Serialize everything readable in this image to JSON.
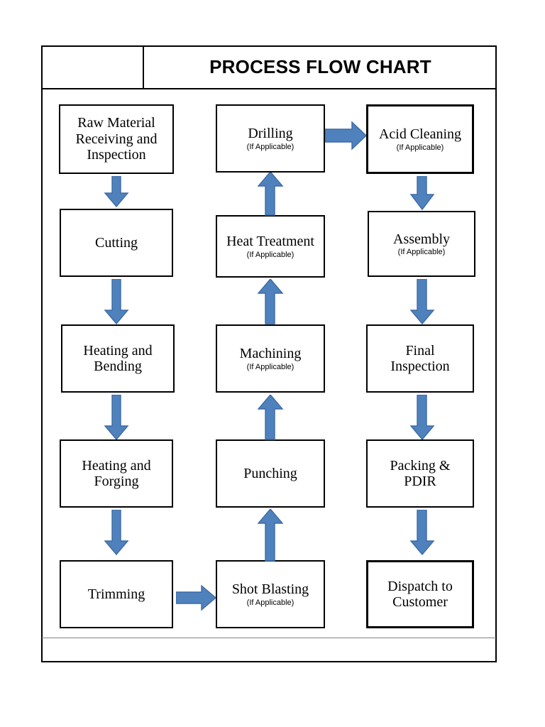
{
  "header": {
    "left_cell_label": "",
    "title": "PROCESS FLOW CHART"
  },
  "colors": {
    "arrow_fill": "#4f81bd",
    "arrow_stroke": "#3d6ba5",
    "box_border": "#000000",
    "box_fill": "#ffffff",
    "text": "#000000"
  },
  "chart_data": {
    "type": "diagram",
    "title": "PROCESS FLOW CHART",
    "columns": [
      {
        "name": "column-1",
        "direction": "top-to-bottom",
        "nodes": [
          {
            "id": "raw-material-receiving-and-inspection",
            "title": "Raw Material\nReceiving and\nInspection",
            "lines": [
              "Raw Material",
              "Receiving and",
              "Inspection"
            ],
            "subtitle": ""
          },
          {
            "id": "cutting",
            "title": "Cutting",
            "lines": [
              "Cutting"
            ],
            "subtitle": ""
          },
          {
            "id": "heating-and-bending",
            "title": "Heating and Bending",
            "lines": [
              "Heating and",
              "Bending"
            ],
            "subtitle": ""
          },
          {
            "id": "heating-and-forging",
            "title": "Heating and Forging",
            "lines": [
              "Heating and",
              "Forging"
            ],
            "subtitle": ""
          },
          {
            "id": "trimming",
            "title": "Trimming",
            "lines": [
              "Trimming"
            ],
            "subtitle": ""
          }
        ]
      },
      {
        "name": "column-2",
        "direction": "bottom-to-top",
        "nodes": [
          {
            "id": "drilling",
            "title": "Drilling",
            "lines": [
              "Drilling"
            ],
            "subtitle": "(If Applicable)"
          },
          {
            "id": "heat-treatment",
            "title": "Heat Treatment",
            "lines": [
              "Heat Treatment"
            ],
            "subtitle": "(If Applicable)"
          },
          {
            "id": "machining",
            "title": "Machining",
            "lines": [
              "Machining"
            ],
            "subtitle": "(If Applicable)"
          },
          {
            "id": "punching",
            "title": "Punching",
            "lines": [
              "Punching"
            ],
            "subtitle": ""
          },
          {
            "id": "shot-blasting",
            "title": "Shot Blasting",
            "lines": [
              "Shot Blasting"
            ],
            "subtitle": "(If Applicable)"
          }
        ]
      },
      {
        "name": "column-3",
        "direction": "top-to-bottom",
        "nodes": [
          {
            "id": "acid-cleaning",
            "title": "Acid Cleaning",
            "lines": [
              "Acid Cleaning"
            ],
            "subtitle": "(If Applicable)"
          },
          {
            "id": "assembly",
            "title": "Assembly",
            "lines": [
              "Assembly"
            ],
            "subtitle": "(If Applicable)"
          },
          {
            "id": "final-inspection",
            "title": "Final Inspection",
            "lines": [
              "Final",
              "Inspection"
            ],
            "subtitle": ""
          },
          {
            "id": "packing-and-pdir",
            "title": "Packing & PDIR",
            "lines": [
              "Packing &",
              "PDIR"
            ],
            "subtitle": ""
          },
          {
            "id": "dispatch-to-customer",
            "title": "Dispatch to Customer",
            "lines": [
              "Dispatch to",
              "Customer"
            ],
            "subtitle": ""
          }
        ]
      }
    ],
    "edges": [
      {
        "from": "raw-material-receiving-and-inspection",
        "to": "cutting",
        "direction": "down"
      },
      {
        "from": "cutting",
        "to": "heating-and-bending",
        "direction": "down"
      },
      {
        "from": "heating-and-bending",
        "to": "heating-and-forging",
        "direction": "down"
      },
      {
        "from": "heating-and-forging",
        "to": "trimming",
        "direction": "down"
      },
      {
        "from": "trimming",
        "to": "shot-blasting",
        "direction": "right"
      },
      {
        "from": "shot-blasting",
        "to": "punching",
        "direction": "up"
      },
      {
        "from": "punching",
        "to": "machining",
        "direction": "up"
      },
      {
        "from": "machining",
        "to": "heat-treatment",
        "direction": "up"
      },
      {
        "from": "heat-treatment",
        "to": "drilling",
        "direction": "up"
      },
      {
        "from": "drilling",
        "to": "acid-cleaning",
        "direction": "right"
      },
      {
        "from": "acid-cleaning",
        "to": "assembly",
        "direction": "down"
      },
      {
        "from": "assembly",
        "to": "final-inspection",
        "direction": "down"
      },
      {
        "from": "final-inspection",
        "to": "packing-and-pdir",
        "direction": "down"
      },
      {
        "from": "packing-and-pdir",
        "to": "dispatch-to-customer",
        "direction": "down"
      }
    ]
  },
  "nodes": {
    "raw_material": {
      "line1": "Raw Material",
      "line2": "Receiving and",
      "line3": "Inspection",
      "sub": ""
    },
    "cutting": {
      "line1": "Cutting",
      "line2": "",
      "line3": "",
      "sub": ""
    },
    "heating_bending": {
      "line1": "Heating and",
      "line2": "Bending",
      "line3": "",
      "sub": ""
    },
    "heating_forging": {
      "line1": "Heating and",
      "line2": "Forging",
      "line3": "",
      "sub": ""
    },
    "trimming": {
      "line1": "Trimming",
      "line2": "",
      "line3": "",
      "sub": ""
    },
    "shot_blasting": {
      "line1": "Shot Blasting",
      "line2": "",
      "line3": "",
      "sub": "(If Applicable)"
    },
    "punching": {
      "line1": "Punching",
      "line2": "",
      "line3": "",
      "sub": ""
    },
    "machining": {
      "line1": "Machining",
      "line2": "",
      "line3": "",
      "sub": "(If Applicable)"
    },
    "heat_treatment": {
      "line1": "Heat Treatment",
      "line2": "",
      "line3": "",
      "sub": "(If Applicable)"
    },
    "drilling": {
      "line1": "Drilling",
      "line2": "",
      "line3": "",
      "sub": "(If Applicable)"
    },
    "acid_cleaning": {
      "line1": "Acid Cleaning",
      "line2": "",
      "line3": "",
      "sub": "(If Applicable)"
    },
    "assembly": {
      "line1": "Assembly",
      "line2": "",
      "line3": "",
      "sub": "(If Applicable)"
    },
    "final_inspection": {
      "line1": "Final",
      "line2": "Inspection",
      "line3": "",
      "sub": ""
    },
    "packing_pdir": {
      "line1": "Packing &",
      "line2": "PDIR",
      "line3": "",
      "sub": ""
    },
    "dispatch": {
      "line1": "Dispatch to",
      "line2": "Customer",
      "line3": "",
      "sub": ""
    }
  }
}
